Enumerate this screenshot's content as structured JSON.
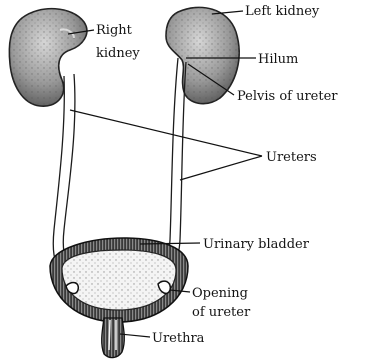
{
  "diagram": {
    "labels": {
      "right_kidney_line1": "Right",
      "right_kidney_line2": "kidney",
      "left_kidney": "Left kidney",
      "hilum": "Hilum",
      "pelvis_of_ureter": "Pelvis of ureter",
      "ureters": "Ureters",
      "urinary_bladder": "Urinary bladder",
      "opening_of_ureter_line1": "Opening",
      "opening_of_ureter_line2": "of ureter",
      "urethra": "Urethra"
    }
  }
}
